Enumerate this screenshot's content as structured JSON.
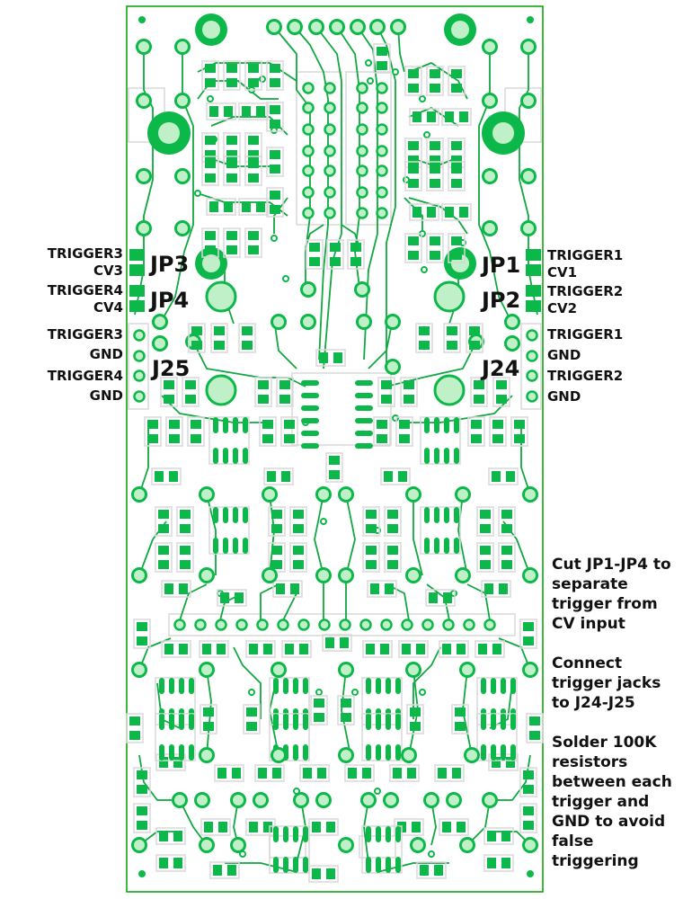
{
  "board": {
    "outline_color": "#00a000",
    "trace_color": "#10a840",
    "pad_color": "#0db84a",
    "pad_fill_light": "#bff0c8",
    "silk_color": "#d8d8d8"
  },
  "left_labels": {
    "jp3_trigger": "TRIGGER3",
    "jp3_cv": "CV3",
    "jp4_trigger": "TRIGGER4",
    "jp4_cv": "CV4",
    "j25_pin1": "TRIGGER3",
    "j25_pin2": "GND",
    "j25_pin3": "TRIGGER4",
    "j25_pin4": "GND"
  },
  "right_labels": {
    "jp1_trigger": "TRIGGER1",
    "jp1_cv": "CV1",
    "jp2_trigger": "TRIGGER2",
    "jp2_cv": "CV2",
    "j24_pin1": "TRIGGER1",
    "j24_pin2": "GND",
    "j24_pin3": "TRIGGER2",
    "j24_pin4": "GND"
  },
  "designators": {
    "jp1": "JP1",
    "jp2": "JP2",
    "jp3": "JP3",
    "jp4": "JP4",
    "j24": "J24",
    "j25": "J25"
  },
  "notes": [
    "Cut JP1-JP4 to separate trigger from CV input",
    "Connect trigger jacks to J24-J25",
    "Solder 100K resistors between each trigger and GND to avoid false triggering"
  ]
}
